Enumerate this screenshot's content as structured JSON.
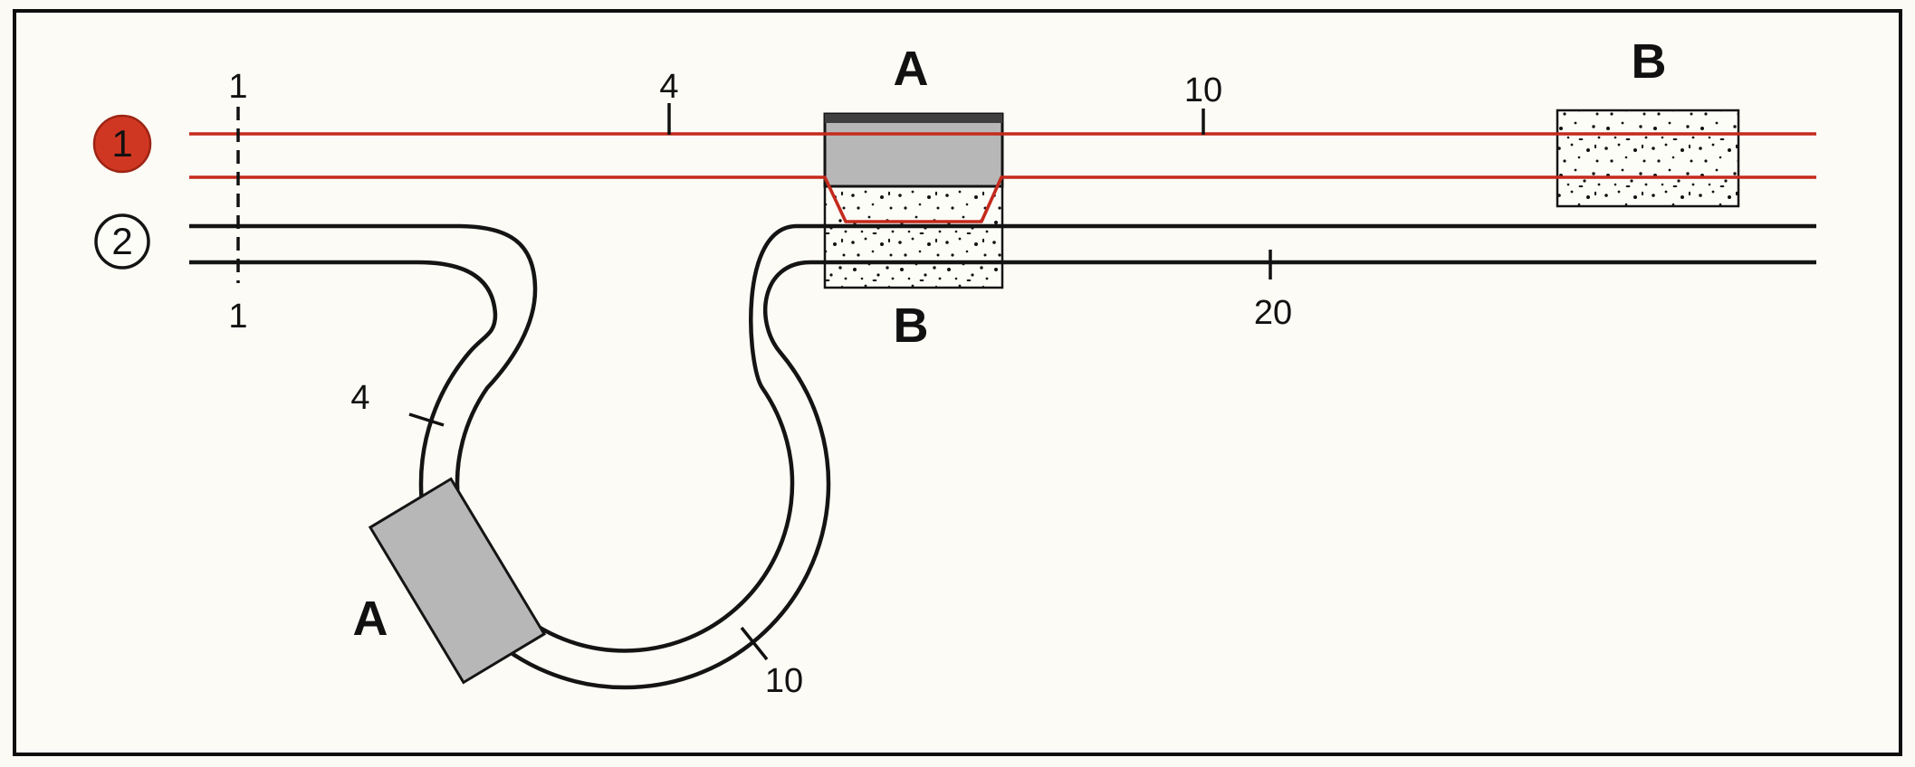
{
  "figure": {
    "type": "route-comparison-diagram",
    "badges": {
      "route1": "1",
      "route2": "2"
    },
    "stations": {
      "a_top": "A",
      "b_below_a": "B",
      "b_right": "B",
      "a_loop": "A"
    },
    "distance_markers": {
      "route1_start": "1",
      "route1_mid": "4",
      "route1_far": "10",
      "route2_start": "1",
      "route2_far": "20",
      "loop_near": "4",
      "loop_far": "10"
    },
    "colors": {
      "route1_line": "#c42a1c",
      "route2_line": "#141414",
      "badge1_fill": "#d03723",
      "badge2_fill": "#fdfdf8",
      "block_gray": "#b7b7b7",
      "block_gray_lid": "#3f3f3f",
      "paper": "#fcfbf5"
    }
  }
}
